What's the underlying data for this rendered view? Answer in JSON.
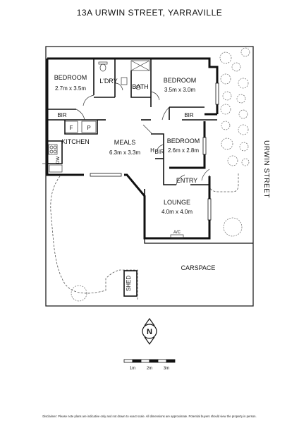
{
  "title": "13A URWIN STREET, YARRAVILLE",
  "street_label": "URWIN STREET",
  "rooms": {
    "bedroom1": {
      "name": "BEDROOM",
      "size": "2.7m x 3.5m"
    },
    "bedroom2": {
      "name": "BEDROOM",
      "size": "3.5m x 3.0m"
    },
    "bedroom3": {
      "name": "BEDROOM",
      "size": "2.6m x 2.8m"
    },
    "meals": {
      "name": "MEALS",
      "size": "6.3m x 3.3m"
    },
    "lounge": {
      "name": "LOUNGE",
      "size": "4.0m x 4.0m"
    },
    "laundry": "L'DRY",
    "bath": "BATH",
    "kitchen": "KITCHEN",
    "entry": "ENTRY",
    "carspace": "CARSPACE",
    "shed": "SHED",
    "bir1": "BIR",
    "bir2": "BIR",
    "bir3": "BIR"
  },
  "fixtures": {
    "fridge": "F",
    "pantry": "P",
    "dishwasher": "DW",
    "hws": "H",
    "aircon": "A/C"
  },
  "compass": "N",
  "scale": {
    "labels": [
      "1m",
      "2m",
      "3m"
    ]
  },
  "disclaimer": "Disclaimer: Please note plans are indicative only and not drawn to exact scale. All dimensions are approximate. Potential buyers should view the property in person."
}
